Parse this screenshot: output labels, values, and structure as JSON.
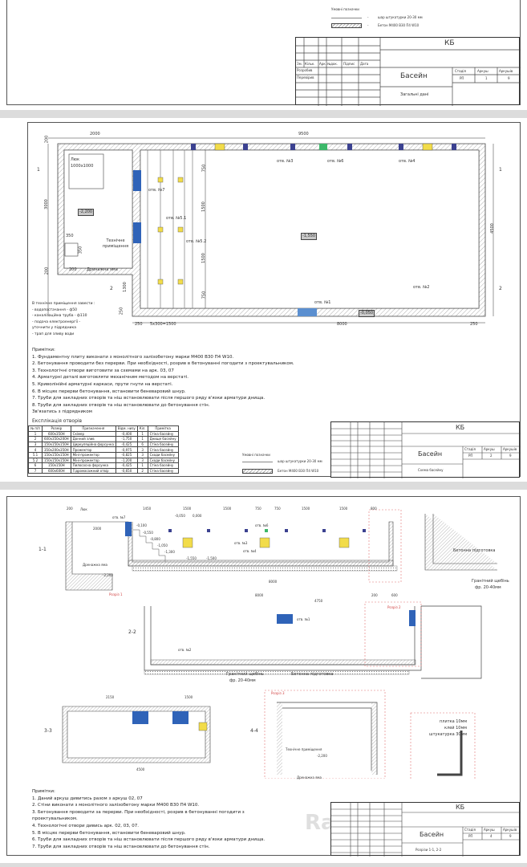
{
  "legend": {
    "title": "Умовні позначки",
    "plaster": "шар штукатурки 20-30 мм",
    "concrete": "Бетон М400 В30 П4 W10",
    "dash": "-"
  },
  "sheets": [
    {
      "code": "КБ",
      "project": "Басейн",
      "subtitle": "Загальні дані",
      "stage": "РП",
      "sheet": "1",
      "sheets": "9"
    },
    {
      "code": "КБ",
      "project": "Басейн",
      "subtitle": "Схема басейну",
      "stage": "РП",
      "sheet": "2",
      "sheets": "9"
    },
    {
      "code": "КБ",
      "project": "Басейн",
      "subtitle": "Розрізи 1-1, 2-2",
      "stage": "РП",
      "sheet": "4",
      "sheets": "9"
    }
  ],
  "titleblock": {
    "cols": [
      "Зм.",
      "Кільк.",
      "Арк.",
      "№док.",
      "Підпис",
      "Дата"
    ],
    "developed": "Розробив",
    "checked": "Перевірив",
    "stage_h": "Стадія",
    "sheet_h": "Аркуш",
    "sheets_h": "Аркушів"
  },
  "plan": {
    "dims": {
      "d2000": "2000",
      "d9500": "9500",
      "d200a": "200",
      "d3000": "3000",
      "d200b": "200",
      "d4500": "4500",
      "d750a": "750",
      "d1500a": "1500",
      "d1500b": "1500",
      "d750b": "750",
      "d1300": "1300",
      "d250a": "250",
      "d250b": "250",
      "d5x300": "5x300=1500",
      "d8000": "8000",
      "d250c": "250",
      "d350a": "350",
      "d350b": "350",
      "d200c": "200"
    },
    "hatch": "Люк",
    "hatch_size": "1000x1000",
    "level_tech": "-2,200",
    "level_pool": "-1,550",
    "level_edge": "-0,050",
    "tech_room": "Технічне приміщення",
    "drain_pit": "Дренажна яма",
    "holes": {
      "h1": "отв. №1",
      "h2": "отв. №2",
      "h3": "отв. №3",
      "h4": "отв. №4",
      "h6": "отв. №6",
      "h7": "отв. №7",
      "h51": "отв. №5.1",
      "h52": "отв. №5.2"
    },
    "sec1": "1",
    "sec2": "2",
    "tech_notes": [
      "В технічне приміщення завести :",
      "- водопостачання - ф50",
      "- каналізаційна труба - ф110",
      "- подача електроенергії -",
      "уточнити у підрядника",
      "- трап для зливу води"
    ]
  },
  "notes1": {
    "title": "Примітки:",
    "items": [
      "1. Фундаментну плиту виконати з монолітного залізобетону марки М400 В30 П4 W10.",
      "2. Бетонування проводити без перерви. При необхідності, розрив в бетонуванні погодити з проектувальником.",
      "3. Технологічні отвори виготовити за схемами на арк. 03, 07",
      "4. Арматурні деталі виготовляти механічним методом на верстаті.",
      "5. Криволінійні арматурні каркаси, прути гнути на верстаті.",
      "6. В місцях перерви бетонування, встановити беневаровий шнур.",
      "7. Труби для закладних отворів та ніш встановлювати після першого ряду в'язки арматури днища.",
      "8. Труби для закладних отворів та ніш встановлювати до бетонування стін.",
      "Зв'язатись з підрядником"
    ]
  },
  "openings": {
    "title": "Експлікація отворів",
    "headers": [
      "№ п/п",
      "Розмір",
      "Призначення",
      "Відм. низу",
      "Кіл.",
      "Примітка"
    ],
    "rows": [
      [
        "1",
        "600x350Н",
        "Скімер",
        "-0,400",
        "1",
        "Стіна басейну"
      ],
      [
        "2",
        "600x350x200Н",
        "Донний злив",
        "-1,750",
        "1",
        "Днище басейну"
      ],
      [
        "3",
        "150x150x150Н",
        "Циркуляційна форсунка",
        "-0,425",
        "6",
        "Стіна басейну"
      ],
      [
        "4",
        "350x200x350Н",
        "Прожектор",
        "-0,975",
        "3",
        "Стіна басейну"
      ],
      [
        "5.1",
        "150x150x150Н",
        "Міні-прожектор",
        "-0,825",
        "3",
        "Сходи басейну"
      ],
      [
        "5.2",
        "150x150x150Н",
        "Міні-прожектор",
        "-1,200",
        "3",
        "Сходи басейну"
      ],
      [
        "6",
        "150x150Н",
        "Пилососна форсунка",
        "-0,425",
        "1",
        "Стіна басейну"
      ],
      [
        "7",
        "600x600Н",
        "Гідромасажний отвір",
        "-0,650",
        "2",
        "Стіна басейну"
      ]
    ]
  },
  "sections": {
    "s11": "1-1",
    "s22": "2-2",
    "s33": "3-3",
    "s44": "4-4",
    "concrete_prep": "Бетонна підготовка",
    "gravel": "Гранітний щебінь",
    "gravel_fr": "фр. 20-40мм",
    "layers": [
      "плитка 10мм",
      "клей 10мм",
      "штукатурка 30мм"
    ],
    "cut1": "Розріз 1",
    "cut2": "Розріз 2",
    "cut3": "Розріз 3",
    "dims_top": [
      "200",
      "1450",
      "1500",
      "1500",
      "750",
      "750",
      "1500",
      "1500",
      "800"
    ],
    "d2000": "2000",
    "d8000": "8000",
    "d4750": "4750",
    "d200": "200",
    "d600": "600",
    "d4500": "4500",
    "d2150": "2150",
    "d1500": "1500",
    "levels": [
      "-0,050",
      "0,000",
      "-0,100",
      "-0,550",
      "-0,800",
      "-1,050",
      "-1,300",
      "-1,550",
      "-1,500",
      "-2,200"
    ]
  },
  "notes3": {
    "title": "Примітки:",
    "items": [
      "1. Даний аркуш дивитись разом з аркуш 02, 07",
      "2. Стіни виконати з монолітного залізобетону марки М400 В30 П4 W10.",
      "3. Бетонування проводити за перерви. При необхідності, розрив в бетонуванні погодити з",
      "проектувальником.",
      "4. Технологічні отвори дивись арк. 02, 03, 07.",
      "5. В місцях перерви бетонування, встановити беневаровий шнур.",
      "6. Труби для закладних отворів та ніш встановлювати після першого ряду в'язки арматури днища.",
      "7. Труби для закладних отворів та ніш встановлювати до бетонування стін."
    ]
  },
  "watermark": "Rabotniki.ua",
  "colors": {
    "blue": "#2f63b8",
    "yellow": "#f2dc4a",
    "navy": "#3b4190",
    "green": "#3db86a",
    "grey_fill": "#c8c8c8"
  }
}
